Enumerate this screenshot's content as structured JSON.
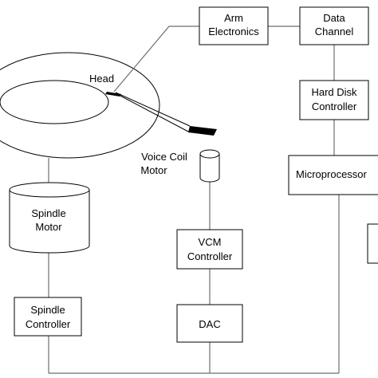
{
  "labels": {
    "head": "Head",
    "arm_electronics": [
      "Arm",
      "Electronics"
    ],
    "data_channel": [
      "Data",
      "Channel"
    ],
    "hard_disk_controller": [
      "Hard Disk",
      "Controller"
    ],
    "microprocessor": "Microprocessor",
    "voice_coil_motor": [
      "Voice Coil",
      "Motor"
    ],
    "spindle_motor": [
      "Spindle",
      "Motor"
    ],
    "vcm_controller": [
      "VCM",
      "Controller"
    ],
    "spindle_controller": [
      "Spindle",
      "Controller"
    ],
    "dac": "DAC"
  }
}
